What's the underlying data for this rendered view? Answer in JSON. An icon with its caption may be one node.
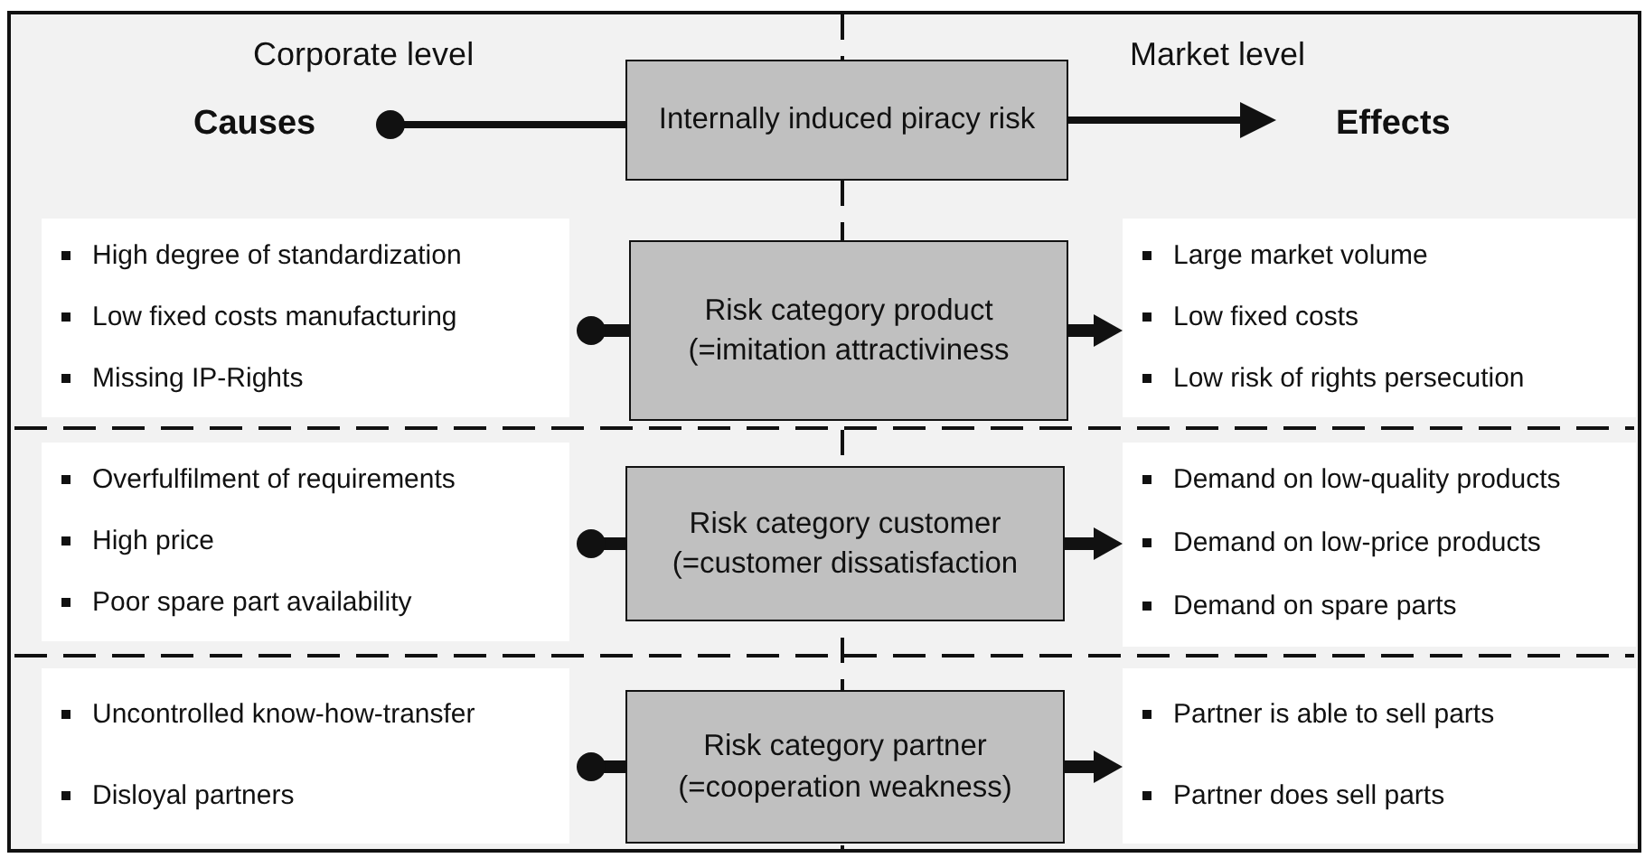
{
  "diagram": {
    "nodes": [
      {
        "text": [
          "Causes"
        ]
      },
      {
        "text": [
          "Internally induced piracy risk"
        ]
      },
      {
        "text": [
          "Effects"
        ]
      },
      {
        "text": [
          "High degree of standardization",
          "Low fixed costs manufacturing",
          "Missing IP-Rights"
        ]
      },
      {
        "text": [
          "Risk category product (=imitation attractiviness"
        ]
      },
      {
        "text": [
          "Large market volume",
          "Low fixed costs",
          "Low risk of rights persecution"
        ]
      },
      {
        "text": [
          "Overfulfilment of requirements",
          "High price",
          "Poor spare part availability"
        ]
      },
      {
        "text": [
          "Risk category customer (=customer dissatisfaction"
        ]
      },
      {
        "text": [
          "Demand on low-quality products",
          "Demand on low-price products",
          "Demand on spare parts"
        ]
      },
      {
        "text": [
          "Uncontrolled know-how-transfer",
          "Disloyal partners"
        ]
      },
      {
        "text": [
          "Risk category partner (=cooperation weakness)"
        ]
      },
      {
        "text": [
          "Partner is able to sell parts",
          "Partner does sell parts"
        ]
      }
    ],
    "edges": [
      {
        "from": 0,
        "to": 1,
        "arrow": "other"
      },
      {
        "from": 1,
        "to": 2,
        "arrow": "to"
      },
      {
        "from": 3,
        "to": 4,
        "arrow": "other"
      },
      {
        "from": 4,
        "to": 5,
        "arrow": "to"
      },
      {
        "from": 6,
        "to": 7,
        "arrow": "other"
      },
      {
        "from": 7,
        "to": 8,
        "arrow": "to"
      },
      {
        "from": 9,
        "to": 10,
        "arrow": "other"
      },
      {
        "from": 10,
        "to": 11,
        "arrow": "to"
      }
    ],
    "labels": [
      "Corporate level",
      "Market level"
    ]
  }
}
